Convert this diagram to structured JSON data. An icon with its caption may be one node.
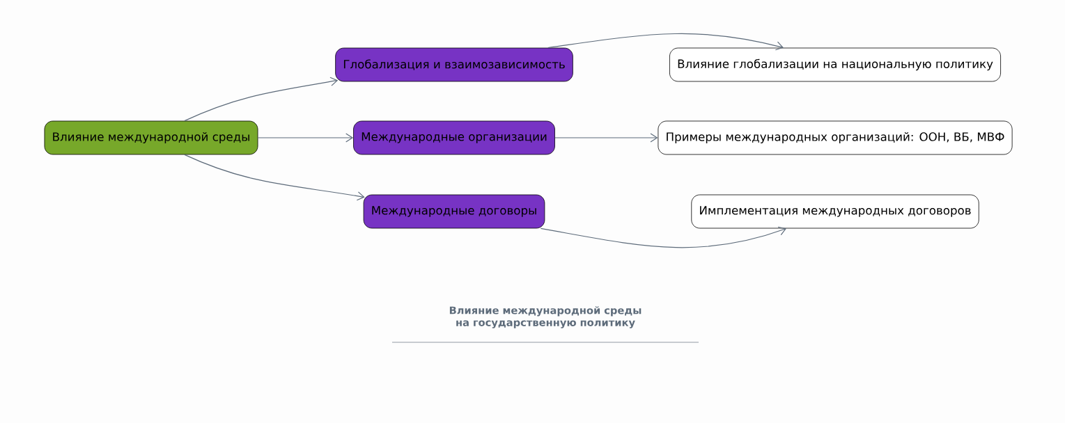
{
  "diagram": {
    "title": "Влияние международной среды на государственную политику",
    "nodes": [
      {
        "text": [
          "Влияние международной среды"
        ]
      },
      {
        "text": [
          "Глобализация и взаимозависимость"
        ]
      },
      {
        "text": [
          "Международные организации"
        ]
      },
      {
        "text": [
          "Международные договоры"
        ]
      },
      {
        "text": [
          "Влияние глобализации на национальную политику"
        ]
      },
      {
        "text": [
          "Примеры международных организаций: ООН, ВБ, МВФ"
        ]
      },
      {
        "text": [
          "Имплементация международных договоров"
        ]
      }
    ],
    "edges": [
      {
        "from": 0,
        "to": 1,
        "arrow": "to"
      },
      {
        "from": 0,
        "to": 2,
        "arrow": "to"
      },
      {
        "from": 0,
        "to": 3,
        "arrow": "to"
      },
      {
        "from": 1,
        "to": 4,
        "arrow": "to"
      },
      {
        "from": 2,
        "to": 5,
        "arrow": "to"
      },
      {
        "from": 3,
        "to": 6,
        "arrow": "to"
      }
    ]
  }
}
